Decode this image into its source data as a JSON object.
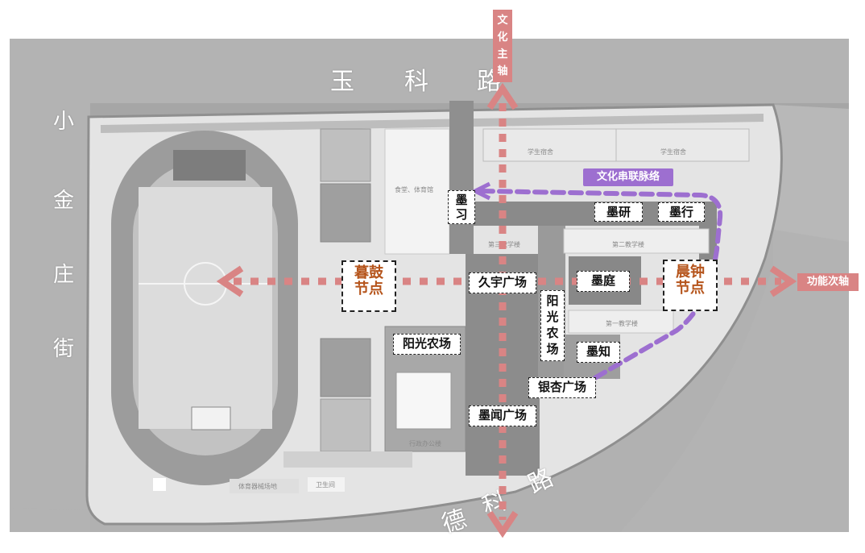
{
  "roads": {
    "north_chars": [
      "玉",
      "科",
      "路"
    ],
    "west_chars": [
      "小",
      "金",
      "庄",
      "街"
    ],
    "south_chars": [
      "德",
      "科",
      "路"
    ]
  },
  "axes": {
    "cultural_main_axis_chars": [
      "文",
      "化",
      "主",
      "轴"
    ],
    "functional_sub_axis": "功能次轴",
    "cultural_link": "文化串联脉络"
  },
  "nodes": {
    "dusk_drum": [
      "暮鼓",
      "节点"
    ],
    "morning_bell": [
      "晨钟",
      "节点"
    ]
  },
  "places": {
    "moxi": [
      "墨",
      "习"
    ],
    "moyan": "墨研",
    "moxing": "墨行",
    "jiuyu_square": "久宇广场",
    "moting": "墨庭",
    "sunshine_farm_vertical": [
      "阳",
      "光",
      "农",
      "场"
    ],
    "sunshine_farm": "阳光农场",
    "mozhi": "墨知",
    "ginkgo_square": "银杏广场",
    "mowen_square": "墨闻广场"
  },
  "map_labels": {
    "dorm_1": "学生宿舍",
    "dorm_2": "学生宿舍",
    "canteen_gym": "食堂、体育馆",
    "teaching_3": "第三教学楼",
    "teaching_2": "第二教学楼",
    "teaching_1": "第一教学楼",
    "admin": "行政办公楼",
    "sports_area": "体育器械场地",
    "toilet": "卫生间"
  },
  "colors": {
    "main_axis": "#d98484",
    "cultural_link": "#9d6fd0",
    "node_text": "#b5541b"
  }
}
